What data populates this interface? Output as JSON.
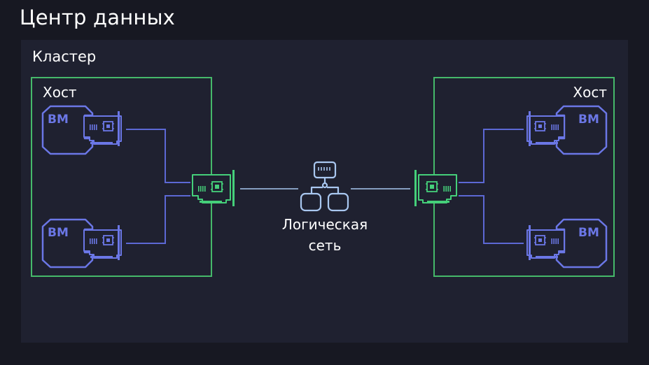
{
  "title": "Центр данных",
  "cluster": {
    "label": "Кластер",
    "hosts": [
      {
        "label": "Хост",
        "vms": [
          "ВМ",
          "ВМ"
        ]
      },
      {
        "label": "Хост",
        "vms": [
          "ВМ",
          "ВМ"
        ]
      }
    ]
  },
  "network": {
    "label_line1": "Логическая",
    "label_line2": "сеть"
  },
  "colors": {
    "background": "#171822",
    "cluster_bg": "#1f2130",
    "host_border": "#45b96a",
    "vm": "#6b77e6",
    "physical_nic": "#45d07a",
    "network_icon": "#a9c7f0",
    "connector": "#5c68d4"
  }
}
